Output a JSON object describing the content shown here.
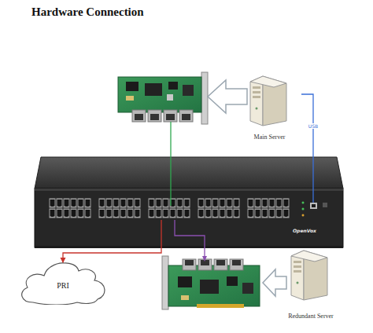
{
  "diagram": {
    "title": "Hardware Connection",
    "nodes": [
      {
        "text": [
          "Main Server"
        ]
      },
      {
        "text": [
          "OpenVox"
        ]
      },
      {
        "text": [
          "PRI"
        ]
      },
      {
        "text": [
          "Redundant Server"
        ]
      }
    ],
    "edges": [
      {
        "from": 0,
        "to": 1,
        "label": "USB",
        "arrow": "none"
      },
      {
        "from": 1,
        "to": 2,
        "arrow": "to"
      }
    ]
  }
}
